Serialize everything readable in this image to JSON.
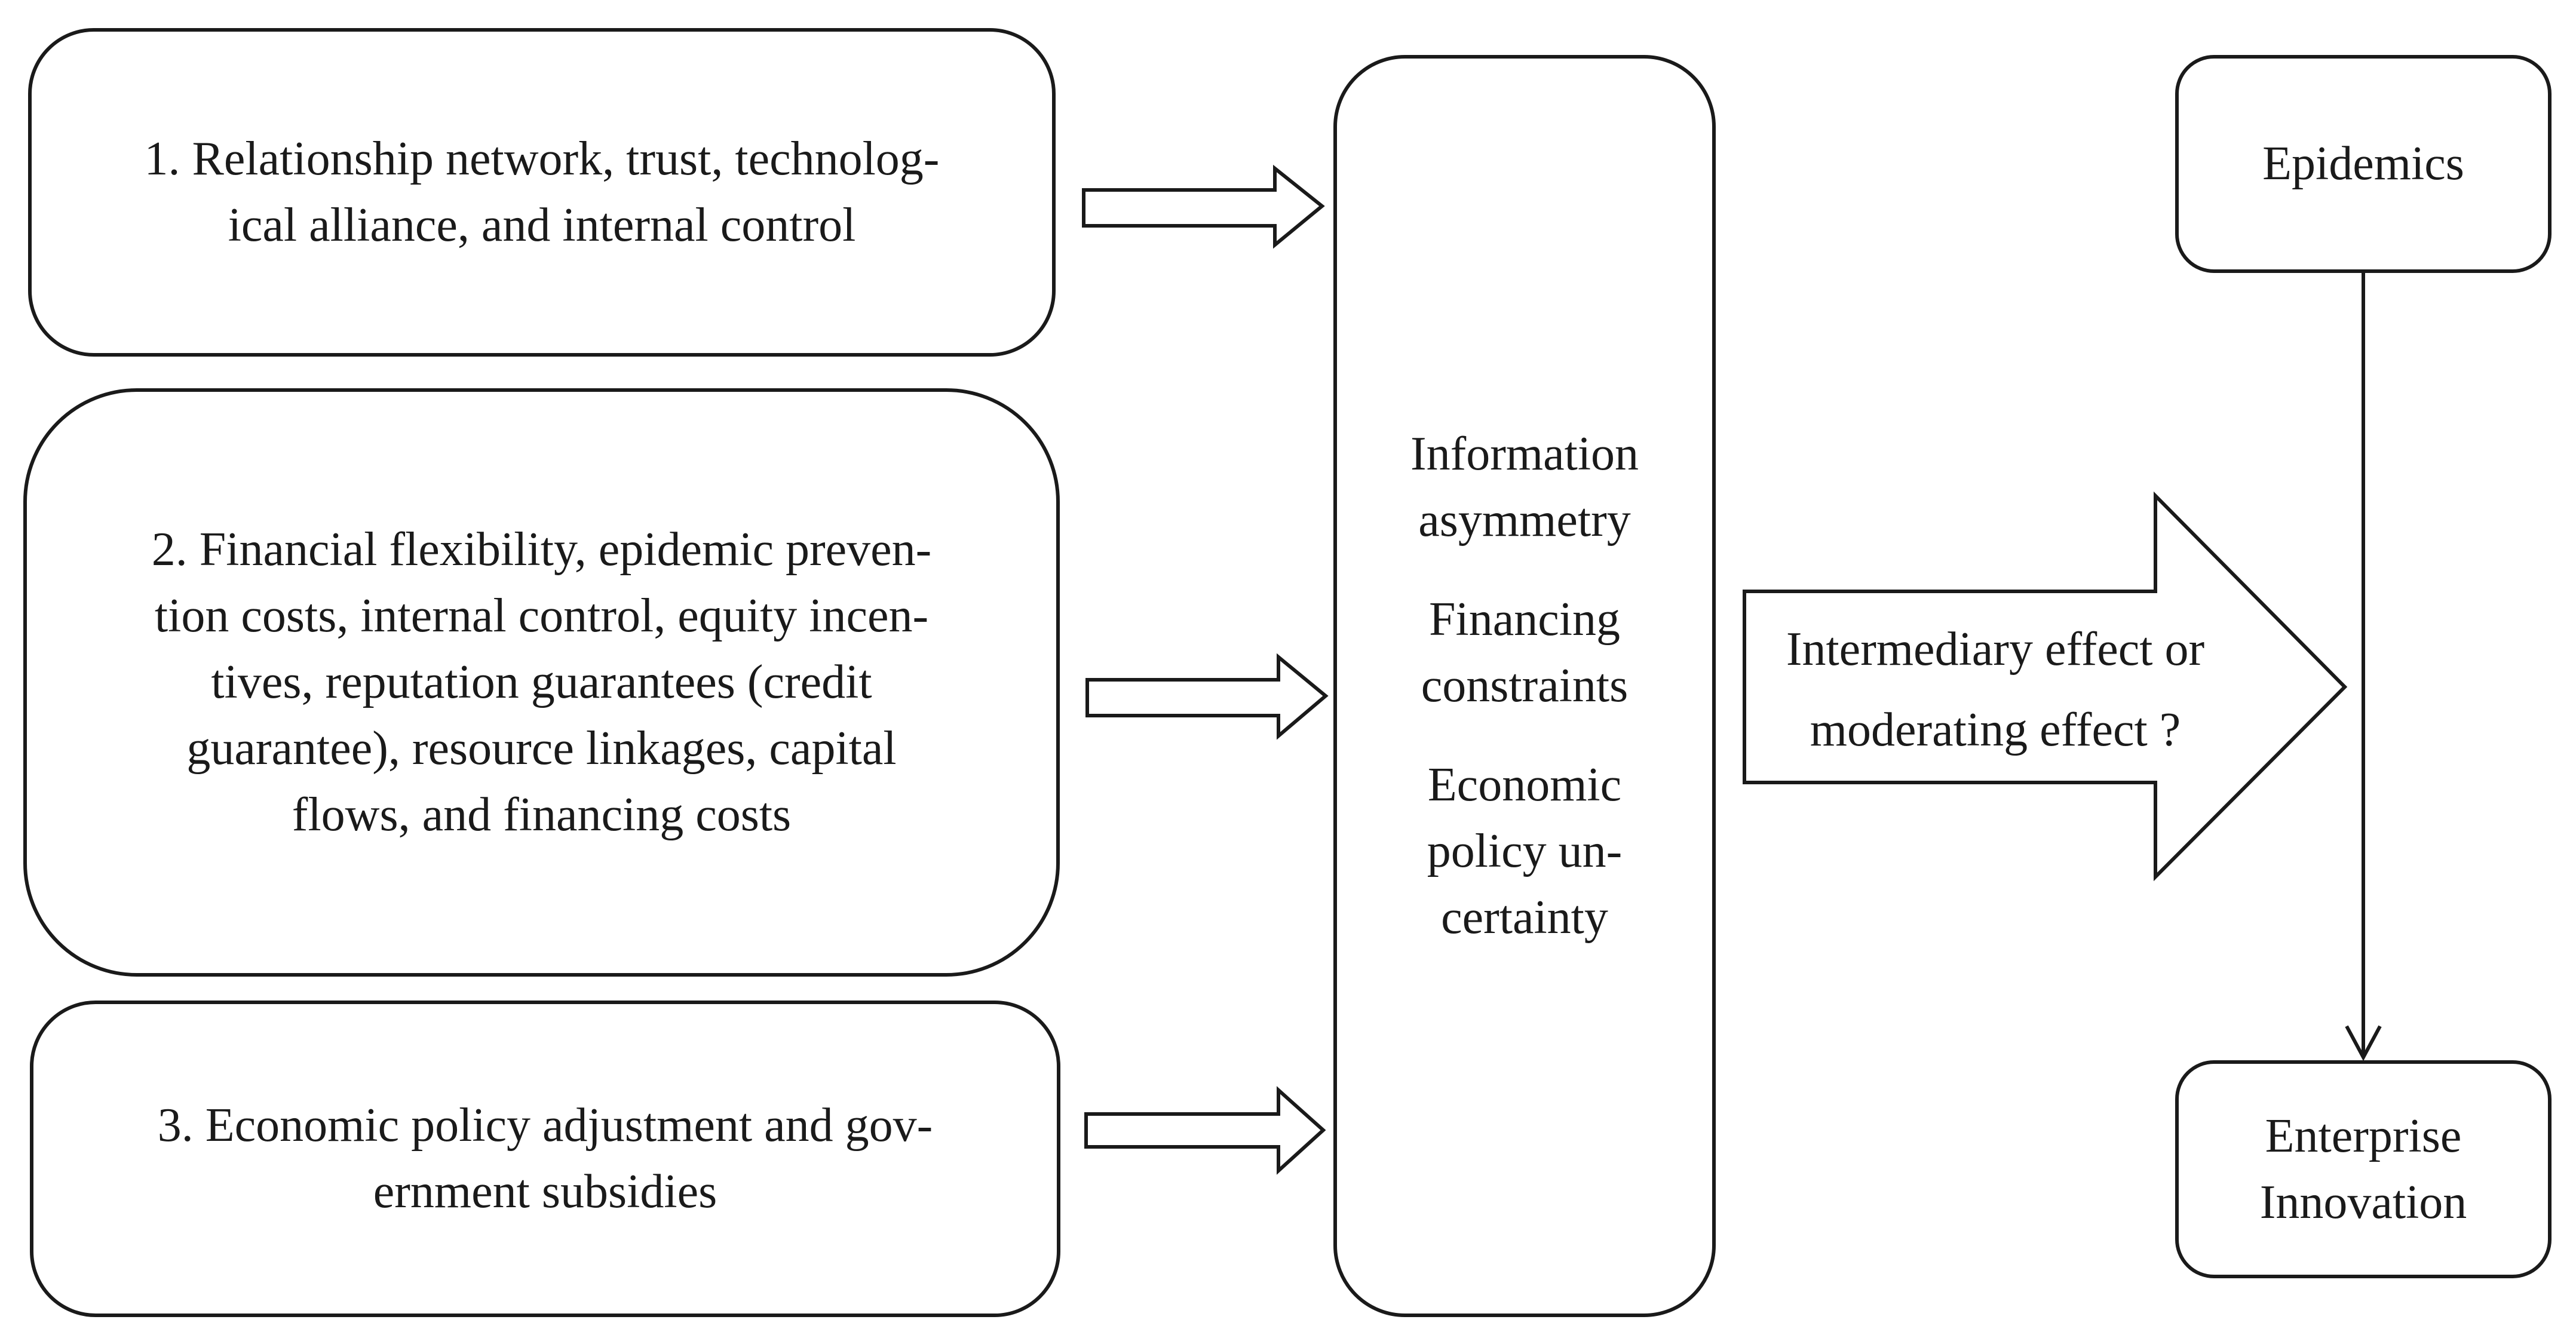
{
  "boxes": {
    "box1": {
      "lines": [
        "1. Relationship network, trust, technolog-",
        "ical alliance, and internal control"
      ]
    },
    "box2": {
      "lines": [
        "2. Financial flexibility, epidemic preven-",
        "tion costs, internal control, equity incen-",
        "tives, reputation guarantees (credit",
        "guarantee), resource linkages, capital",
        "flows, and financing costs"
      ]
    },
    "box3": {
      "lines": [
        "3. Economic policy adjustment and gov-",
        "ernment subsidies"
      ]
    },
    "mechanisms": {
      "information": [
        "Information",
        "asymmetry"
      ],
      "financing": [
        "Financing",
        "constraints"
      ],
      "policy": [
        "Economic",
        "policy un-",
        "certainty"
      ]
    },
    "epidemics": "Epidemics",
    "enterprise": [
      "Enterprise",
      "Innovation"
    ]
  },
  "big_arrow": {
    "lines": [
      "Intermediary effect or",
      "moderating effect ?"
    ]
  },
  "colors": {
    "stroke": "#1a1a1a",
    "fill": "#ffffff",
    "background": "#ffffff"
  }
}
